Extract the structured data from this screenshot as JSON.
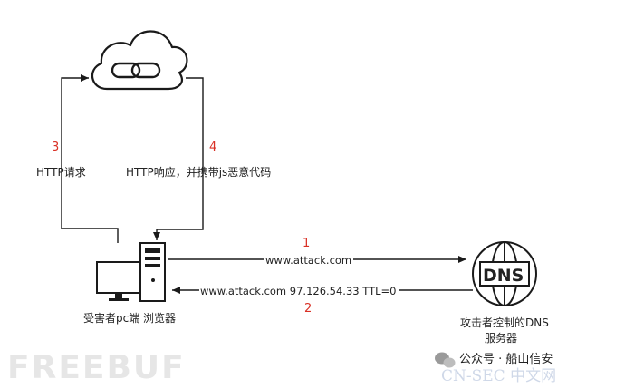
{
  "steps": {
    "s1": "1",
    "s2": "2",
    "s3": "3",
    "s4": "4"
  },
  "edges": {
    "http_request": "HTTP请求",
    "http_response": "HTTP响应，并携带js恶意代码",
    "dns_query": "www.attack.com",
    "dns_answer": "www.attack.com 97.126.54.33 TTL=0"
  },
  "nodes": {
    "victim_pc": "受害者pc端  浏览器",
    "dns_server_line1": "攻击者控制的DNS",
    "dns_server_line2": "服务器",
    "dns_logo": "DNS"
  },
  "watermarks": {
    "freebuf": "FREEBUF",
    "wechat": "公众号 · 船山信安",
    "cnsec": "CN-SEC 中文网"
  },
  "colors": {
    "step_number": "#d93025",
    "line": "#1a1a1a"
  }
}
